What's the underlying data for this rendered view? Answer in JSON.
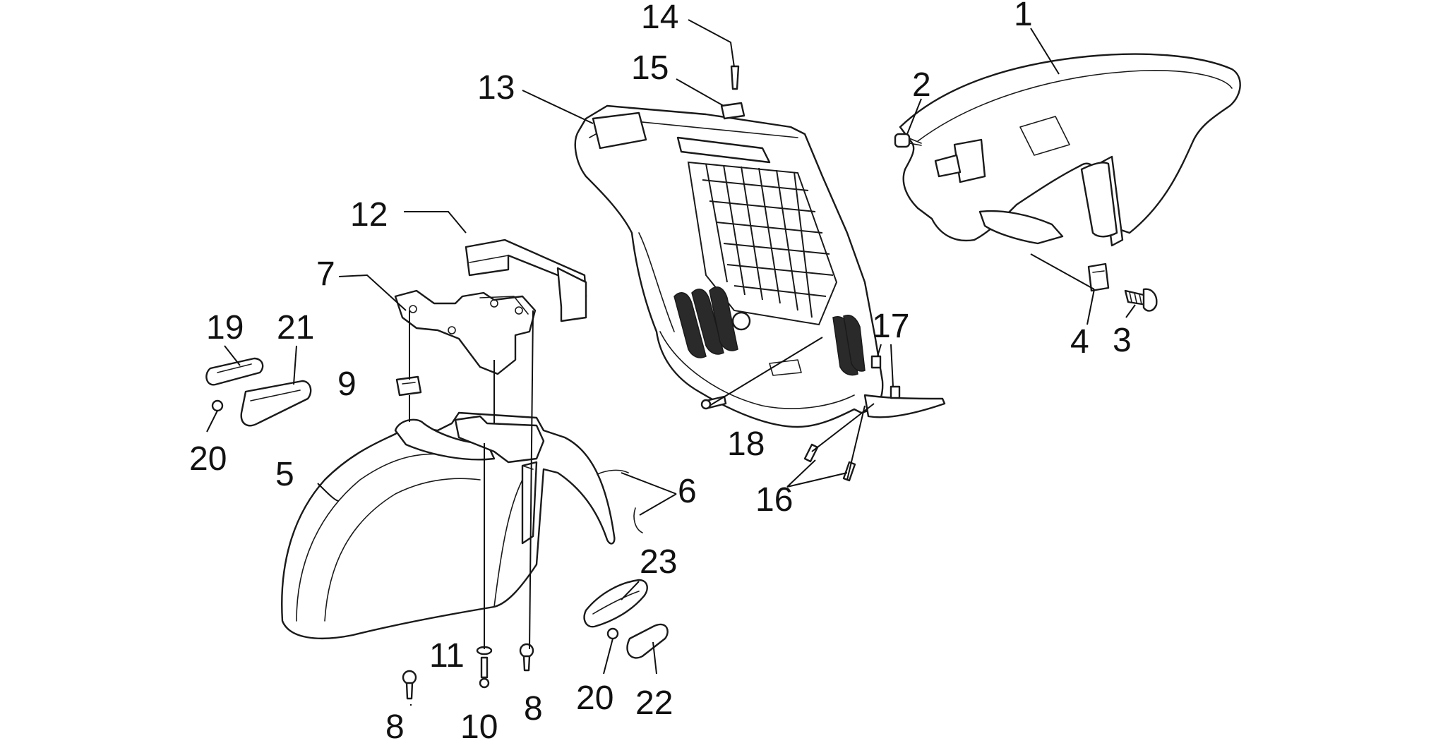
{
  "callouts": [
    {
      "id": "c1",
      "label": "1"
    },
    {
      "id": "c2",
      "label": "2"
    },
    {
      "id": "c3",
      "label": "3"
    },
    {
      "id": "c4",
      "label": "4"
    },
    {
      "id": "c5",
      "label": "5"
    },
    {
      "id": "c6",
      "label": "6"
    },
    {
      "id": "c7",
      "label": "7"
    },
    {
      "id": "c8a",
      "label": "8"
    },
    {
      "id": "c8b",
      "label": "8"
    },
    {
      "id": "c9",
      "label": "9"
    },
    {
      "id": "c10",
      "label": "10"
    },
    {
      "id": "c11",
      "label": "11"
    },
    {
      "id": "c12",
      "label": "12"
    },
    {
      "id": "c13",
      "label": "13"
    },
    {
      "id": "c14",
      "label": "14"
    },
    {
      "id": "c15",
      "label": "15"
    },
    {
      "id": "c16",
      "label": "16"
    },
    {
      "id": "c17",
      "label": "17"
    },
    {
      "id": "c18",
      "label": "18"
    },
    {
      "id": "c19",
      "label": "19"
    },
    {
      "id": "c20a",
      "label": "20"
    },
    {
      "id": "c20b",
      "label": "20"
    },
    {
      "id": "c21",
      "label": "21"
    },
    {
      "id": "c22",
      "label": "22"
    },
    {
      "id": "c23",
      "label": "23"
    }
  ],
  "colors": {
    "line": "#1a1a1a",
    "background": "#ffffff"
  }
}
